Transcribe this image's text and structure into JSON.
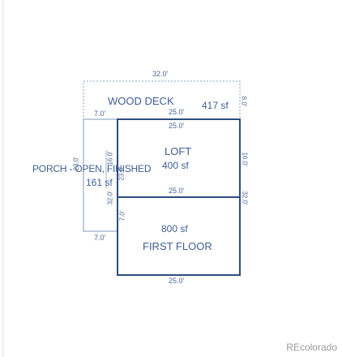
{
  "plan": {
    "deck_width": "32.0'",
    "deck_name": "WOOD DECK",
    "deck_area": "417 sf",
    "deck_depth": "8.0'",
    "deck_left_width": "7.0'",
    "deck_inner_width": "25.0'",
    "loft_top_width": "25.0'",
    "loft_name": "LOFT",
    "loft_area": "400 sf",
    "loft_height_right": "16.0'",
    "loft_height_left": "16.0'",
    "porch_name": "PORCH - OPEN, FINISHED",
    "porch_area": "161 sf",
    "porch_height_outer": "23.0'",
    "porch_height_inner": "23.0'",
    "porch_offset": "7.0'",
    "porch_bottom_width": "7.0'",
    "mid_width": "25.0'",
    "floor_height_left": "32.0'",
    "floor_height_right": "32.0'",
    "floor_area": "800 sf",
    "floor_name": "FIRST FLOOR",
    "floor_bottom_width": "25.0'"
  },
  "watermark": "REcolorado",
  "colors": {
    "solid_line": "#2e4d7e",
    "dashed_line": "#7f98bd",
    "text": "#3f5f92"
  }
}
